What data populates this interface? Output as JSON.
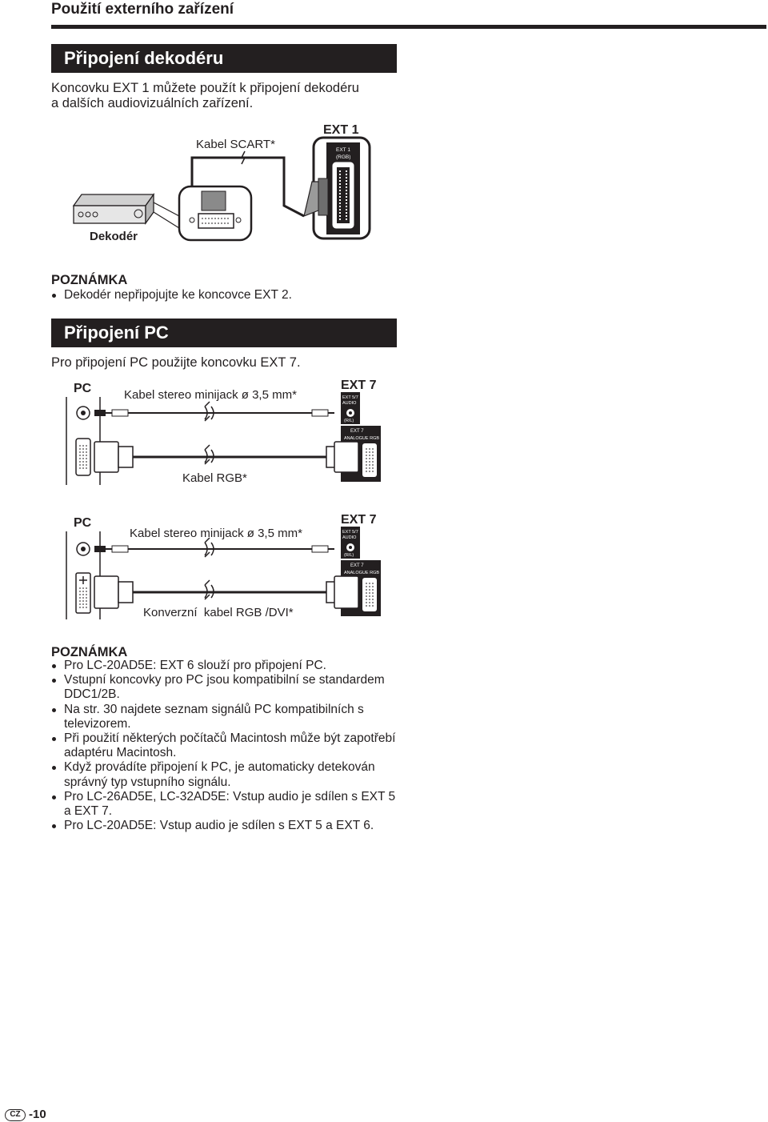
{
  "header": {
    "title": "Použití externího zařízení"
  },
  "section1": {
    "title": "Připojení dekodéru",
    "intro_line1": "Koncovku EXT 1 můžete použít k připojení dekodéru",
    "intro_line2": "a dalších audiovizuálních zařízení.",
    "diagram": {
      "cable_label": "Kabel SCART*",
      "port_title": "EXT 1",
      "port_inner_label": "EXT 1",
      "port_inner_sub": "(RGB)",
      "device_label": "Dekodér"
    },
    "note_title": "POZNÁMKA",
    "notes": [
      "Dekodér nepřipojujte ke koncovce EXT 2."
    ]
  },
  "section2": {
    "title": "Připojení PC",
    "intro": "Pro připojení PC použijte koncovku EXT 7.",
    "diagram1": {
      "pc_label": "PC",
      "audio_cable_label": "Kabel stereo minijack ø 3,5 mm*",
      "port_title": "EXT 7",
      "audio_port_label1": "EXT 5/7",
      "audio_port_label2": "AUDIO",
      "audio_port_label3": "(R/L)",
      "rgb_port_label1": "EXT 7",
      "rgb_port_label2": "ANALOGUE RGB",
      "video_cable_label": "Kabel RGB*"
    },
    "diagram2": {
      "pc_label": "PC",
      "audio_cable_label": "Kabel stereo minijack ø 3,5 mm*",
      "port_title": "EXT 7",
      "audio_port_label1": "EXT 5/7",
      "audio_port_label2": "AUDIO",
      "audio_port_label3": "(R/L)",
      "rgb_port_label1": "EXT 7",
      "rgb_port_label2": "ANALOGUE RGB",
      "video_cable_label": "Konverzní  kabel RGB /DVI*"
    },
    "note_title": "POZNÁMKA",
    "notes": [
      "Pro LC-20AD5E: EXT 6 slouží pro připojení PC.",
      "Vstupní koncovky pro PC jsou kompatibilní se standardem DDC1/2B.",
      "Na str. 30 najdete seznam signálů PC kompatibilních s televizorem.",
      "Při použití některých počítačů Macintosh může být zapotřebí adaptéru Macintosh.",
      "Když provádíte připojení k PC, je automaticky detekován správný typ vstupního signálu.",
      "Pro LC-26AD5E, LC-32AD5E: Vstup audio je sdílen s EXT 5 a EXT 7.",
      "Pro LC-20AD5E: Vstup audio je sdílen s EXT 5 a EXT 6."
    ]
  },
  "footer": {
    "lang_badge": "CZ",
    "page_number": "-10"
  }
}
